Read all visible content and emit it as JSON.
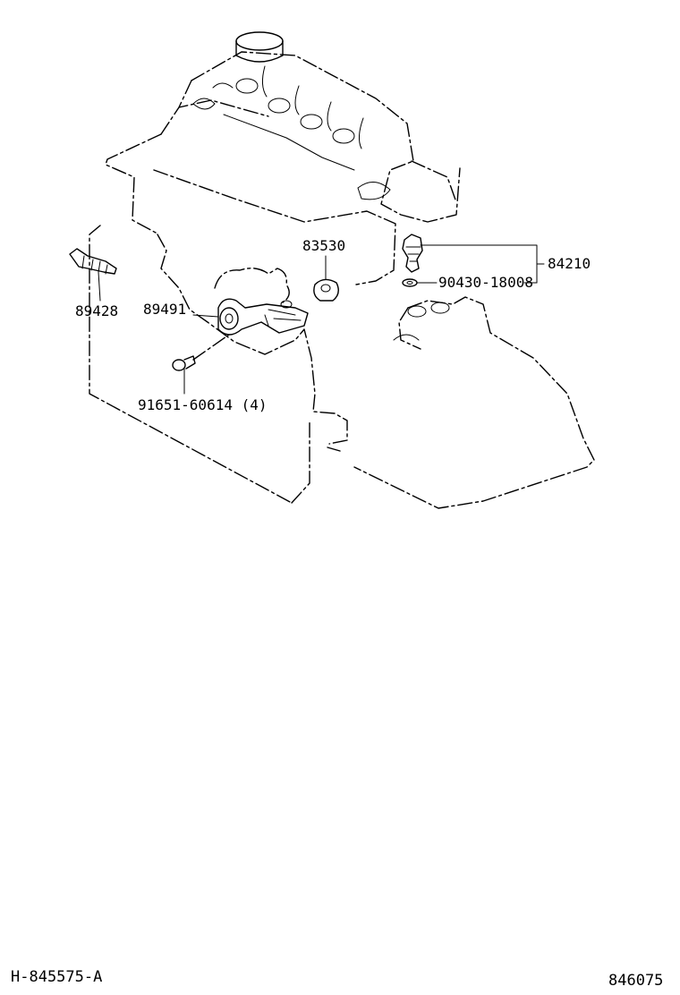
{
  "parts": {
    "p83530": "83530",
    "p84210": "84210",
    "p90430": "90430-18008",
    "p89428": "89428",
    "p89491": "89491",
    "p91651": "91651-60614 (4)"
  },
  "footer": {
    "drawing_code": "H-845575-A",
    "figure_number": "846075"
  }
}
